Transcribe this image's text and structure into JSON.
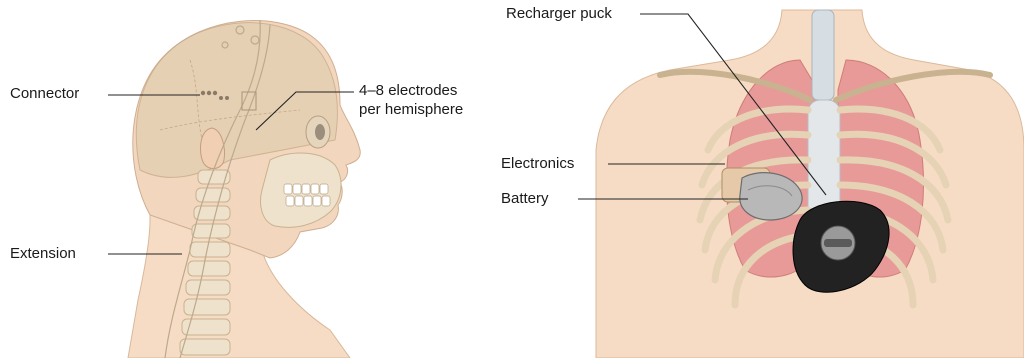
{
  "labels": {
    "connector": "Connector",
    "electrodes_line1": "4–8 electrodes",
    "electrodes_line2": "per hemisphere",
    "extension": "Extension",
    "recharger": "Recharger puck",
    "electronics": "Electronics",
    "battery": "Battery"
  },
  "colors": {
    "skin": "#f6dcc4",
    "skin_outline": "#d9b89a",
    "skull": "#e8d6bb",
    "bone": "#efe2cc",
    "bone_outline": "#c8b28f",
    "lung": "#e89a98",
    "trachea": "#d6dde3",
    "device": "#b8b8b8",
    "puck": "#222222",
    "label_text": "#1a1a1a"
  }
}
